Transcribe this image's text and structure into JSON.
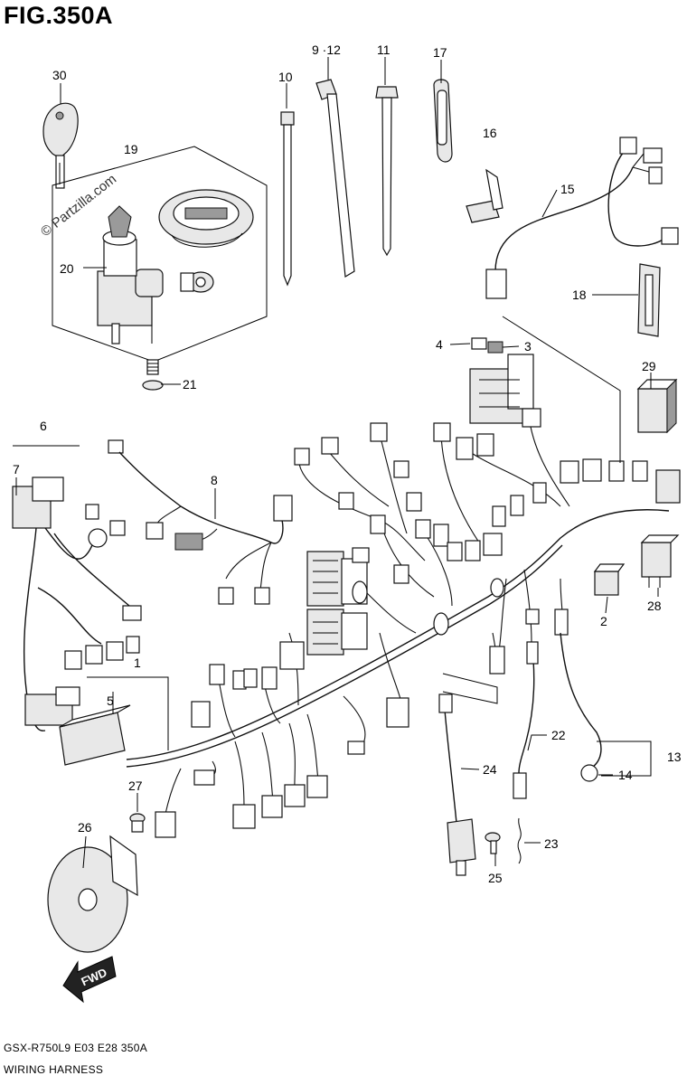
{
  "figure": {
    "title": "FIG.350A",
    "model_code": "GSX-R750L9  E03  E28  350A",
    "section_name": "WIRING HARNESS",
    "watermark": "© Partzilla.com",
    "fwd_label": "FWD"
  },
  "callouts": [
    {
      "id": "30",
      "label": "30"
    },
    {
      "id": "19",
      "label": "19"
    },
    {
      "id": "20",
      "label": "20"
    },
    {
      "id": "21",
      "label": "21"
    },
    {
      "id": "10",
      "label": "10"
    },
    {
      "id": "9-12",
      "label": "9 ·12"
    },
    {
      "id": "11",
      "label": "11"
    },
    {
      "id": "17",
      "label": "17"
    },
    {
      "id": "16",
      "label": "16"
    },
    {
      "id": "15",
      "label": "15"
    },
    {
      "id": "18",
      "label": "18"
    },
    {
      "id": "4",
      "label": "4"
    },
    {
      "id": "3",
      "label": "3"
    },
    {
      "id": "29",
      "label": "29"
    },
    {
      "id": "6",
      "label": "6"
    },
    {
      "id": "7",
      "label": "7"
    },
    {
      "id": "8",
      "label": "8"
    },
    {
      "id": "2",
      "label": "2"
    },
    {
      "id": "28",
      "label": "28"
    },
    {
      "id": "1",
      "label": "1"
    },
    {
      "id": "5",
      "label": "5"
    },
    {
      "id": "22",
      "label": "22"
    },
    {
      "id": "13",
      "label": "13"
    },
    {
      "id": "14",
      "label": "14"
    },
    {
      "id": "24",
      "label": "24"
    },
    {
      "id": "27",
      "label": "27"
    },
    {
      "id": "26",
      "label": "26"
    },
    {
      "id": "23",
      "label": "23"
    },
    {
      "id": "25",
      "label": "25"
    }
  ]
}
